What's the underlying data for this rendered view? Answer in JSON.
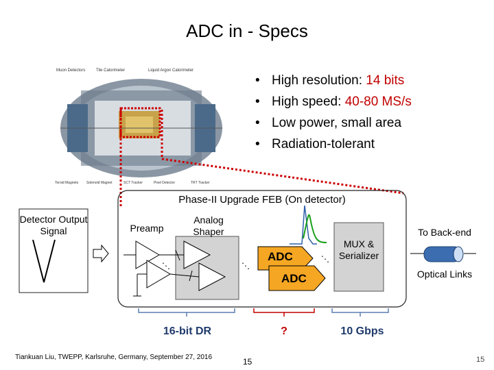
{
  "slide": {
    "title": "ADC in - Specs",
    "bullets": [
      {
        "text": "High resolution: ",
        "highlight": "14 bits"
      },
      {
        "text": "High speed: ",
        "highlight": "40-80 MS/s"
      },
      {
        "text": "Low power, small area",
        "highlight": ""
      },
      {
        "text": "Radiation-tolerant",
        "highlight": ""
      }
    ],
    "detector_labels": [
      "Muon Detectors",
      "Tile Calorimeter",
      "Liquid Argon Calorimeter",
      "Toroid Magnets",
      "Solenoid Magnet",
      "SCT Tracker",
      "Pixel Detector",
      "TRT Tracker"
    ],
    "diagram": {
      "feb_title": "Phase-II Upgrade FEB (On detector)",
      "detector_box": "Detector Output Signal",
      "preamp": "Preamp",
      "shaper": "Analog Shaper",
      "adc1": "ADC",
      "adc2": "ADC",
      "mux": "MUX & Serializer",
      "to_backend": "To Back-end",
      "optical": "Optical Links",
      "dr": "16-bit DR",
      "unknown": "?",
      "gbps": "10 Gbps"
    },
    "footer": "Tiankuan Liu, TWEPP, Karlsruhe, Germany, September 27, 2016",
    "page_center": "15",
    "page_right": "15"
  },
  "colors": {
    "highlight": "#c00000",
    "adc_fill": "#f5a623",
    "brace_blue": "#5b7db1",
    "brace_red": "#c00000",
    "dotted_red": "#cc0000"
  }
}
